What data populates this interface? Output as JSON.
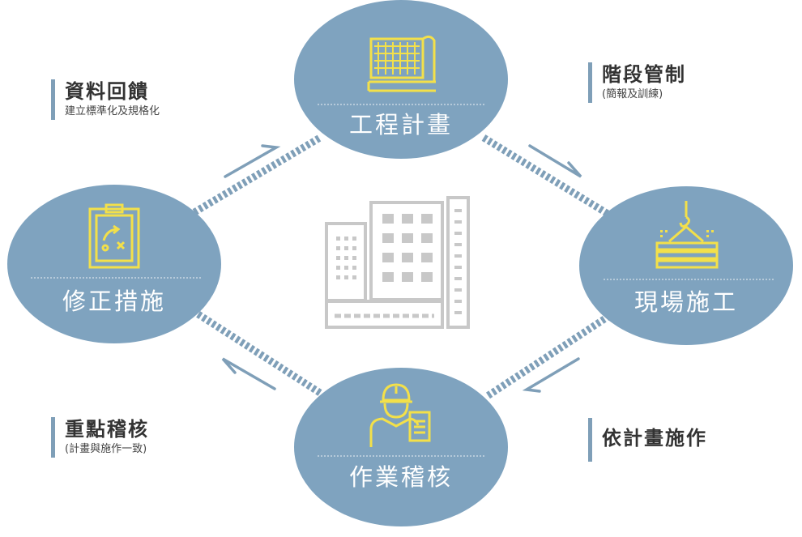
{
  "colors": {
    "node_fill": "#7fa3bf",
    "connector": "#7f9fb8",
    "icon_yellow": "#f3e04a",
    "building_gray": "#c8c8c8"
  },
  "nodes": {
    "top": {
      "label": "工程計畫",
      "icon": "blueprint-icon"
    },
    "right": {
      "label": "現場施工",
      "icon": "crane-hook-icon"
    },
    "bottom": {
      "label": "作業稽核",
      "icon": "worker-icon"
    },
    "left": {
      "label": "修正措施",
      "icon": "clipboard-strategy-icon"
    }
  },
  "center_icon": "building-icon",
  "annotations": {
    "top_left": {
      "title": "資料回饋",
      "subtitle": "建立標準化及規格化"
    },
    "top_right": {
      "title": "階段管制",
      "subtitle": "(簡報及訓練)"
    },
    "bottom_left": {
      "title": "重點稽核",
      "subtitle": "(計畫與施作一致)"
    },
    "bottom_right": {
      "title": "依計畫施作",
      "subtitle": ""
    }
  }
}
